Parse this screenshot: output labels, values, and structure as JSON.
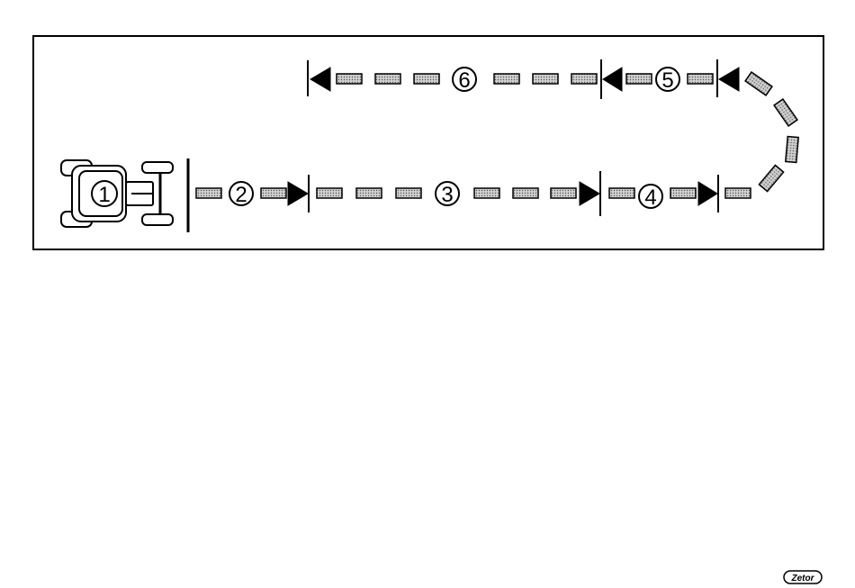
{
  "step_markers": [
    {
      "id": "1",
      "label": "①"
    },
    {
      "id": "2",
      "label": "②"
    },
    {
      "id": "3",
      "label": "③"
    },
    {
      "id": "4",
      "label": "④"
    },
    {
      "id": "5",
      "label": "⑤"
    },
    {
      "id": "6",
      "label": "⑥"
    }
  ],
  "brand_logo": {
    "text": "Zetor"
  },
  "colors": {
    "line": "#000000",
    "block_fill": "#c8c8c8",
    "background": "#ffffff"
  },
  "icons": {
    "tractor": "tractor-top-view-icon",
    "arrow_right": "arrow-right-icon",
    "arrow_left": "arrow-left-icon",
    "block": "dashed-track-block"
  }
}
